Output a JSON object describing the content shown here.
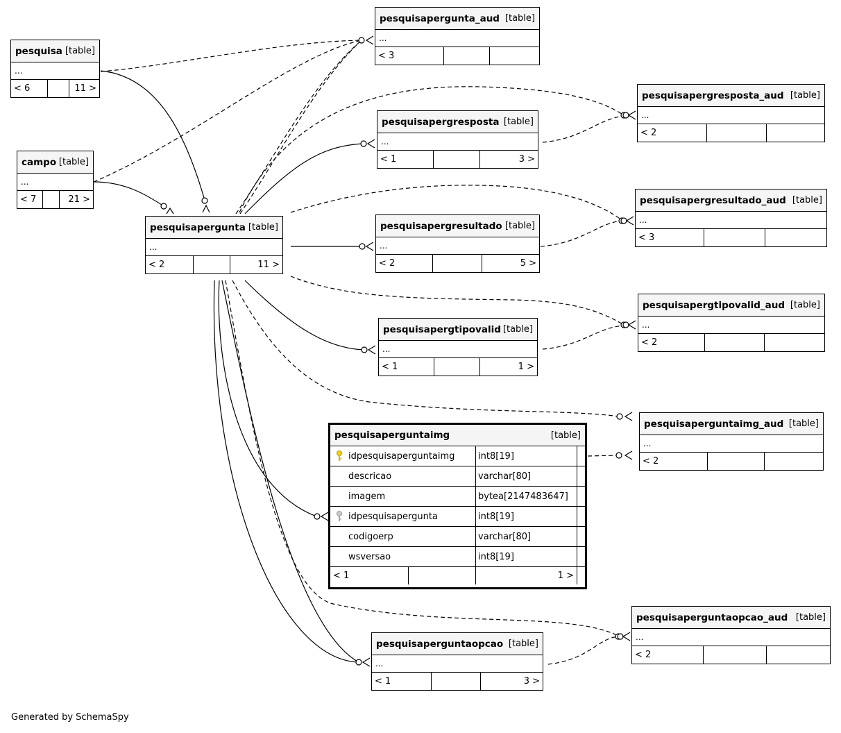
{
  "type_label": "[table]",
  "ellipsis": "...",
  "focus_table": {
    "name": "pesquisaperguntaimg",
    "type": "[table]",
    "columns": [
      {
        "name": "idpesquisaperguntaimg",
        "type": "int8[19]",
        "key": "primary"
      },
      {
        "name": "descricao",
        "type": "varchar[80]",
        "key": ""
      },
      {
        "name": "imagem",
        "type": "bytea[2147483647]",
        "key": ""
      },
      {
        "name": "idpesquisapergunta",
        "type": "int8[19]",
        "key": "foreign"
      },
      {
        "name": "codigoerp",
        "type": "varchar[80]",
        "key": ""
      },
      {
        "name": "wsversao",
        "type": "int8[19]",
        "key": ""
      }
    ],
    "parents": "< 1",
    "children": "1 >"
  },
  "tables": {
    "pesquisapergunta_aud": {
      "name": "pesquisapergunta_aud",
      "parents": "< 3",
      "children": ""
    },
    "pesquisa": {
      "name": "pesquisa",
      "parents": "< 6",
      "children": "11 >"
    },
    "pesquisapergresposta_aud": {
      "name": "pesquisapergresposta_aud",
      "parents": "< 2",
      "children": ""
    },
    "pesquisapergresposta": {
      "name": "pesquisapergresposta",
      "parents": "< 1",
      "children": "3 >"
    },
    "campo": {
      "name": "campo",
      "parents": "< 7",
      "children": "21 >"
    },
    "pesquisapergresultado_aud": {
      "name": "pesquisapergresultado_aud",
      "parents": "< 3",
      "children": ""
    },
    "pesquisapergunta": {
      "name": "pesquisapergunta",
      "parents": "< 2",
      "children": "11 >"
    },
    "pesquisapergresultado": {
      "name": "pesquisapergresultado",
      "parents": "< 2",
      "children": "5 >"
    },
    "pesquisapergtipovalid_aud": {
      "name": "pesquisapergtipovalid_aud",
      "parents": "< 2",
      "children": ""
    },
    "pesquisapergtipovalid": {
      "name": "pesquisapergtipovalid",
      "parents": "< 1",
      "children": "1 >"
    },
    "pesquisaperguntaimg_aud": {
      "name": "pesquisaperguntaimg_aud",
      "parents": "< 2",
      "children": ""
    },
    "pesquisaperguntaopcao_aud": {
      "name": "pesquisaperguntaopcao_aud",
      "parents": "< 2",
      "children": ""
    },
    "pesquisaperguntaopcao": {
      "name": "pesquisaperguntaopcao",
      "parents": "< 1",
      "children": "3 >"
    }
  },
  "relationships": [
    {
      "from": "pesquisa",
      "to": "pesquisapergunta_aud",
      "style": "dashed"
    },
    {
      "from": "campo",
      "to": "pesquisapergunta_aud",
      "style": "dashed"
    },
    {
      "from": "pesquisapergunta",
      "to": "pesquisapergunta_aud",
      "style": "dashed"
    },
    {
      "from": "pesquisa",
      "to": "pesquisapergunta",
      "style": "solid"
    },
    {
      "from": "campo",
      "to": "pesquisapergunta",
      "style": "solid"
    },
    {
      "from": "pesquisapergunta",
      "to": "pesquisapergresposta",
      "style": "solid"
    },
    {
      "from": "pesquisapergunta",
      "to": "pesquisapergresposta_aud",
      "style": "dashed"
    },
    {
      "from": "pesquisapergresposta",
      "to": "pesquisapergresposta_aud",
      "style": "dashed"
    },
    {
      "from": "pesquisapergunta",
      "to": "pesquisapergresultado",
      "style": "solid"
    },
    {
      "from": "pesquisapergunta",
      "to": "pesquisapergresultado_aud",
      "style": "dashed"
    },
    {
      "from": "pesquisapergresultado",
      "to": "pesquisapergresultado_aud",
      "style": "dashed"
    },
    {
      "from": "pesquisapergunta",
      "to": "pesquisapergtipovalid",
      "style": "solid"
    },
    {
      "from": "pesquisapergunta",
      "to": "pesquisapergtipovalid_aud",
      "style": "dashed"
    },
    {
      "from": "pesquisapergtipovalid",
      "to": "pesquisapergtipovalid_aud",
      "style": "dashed"
    },
    {
      "from": "pesquisapergunta",
      "to": "pesquisaperguntaimg_aud",
      "style": "dashed"
    },
    {
      "from": "pesquisaperguntaimg",
      "to": "pesquisaperguntaimg_aud",
      "style": "dashed"
    },
    {
      "from": "pesquisapergunta",
      "to": "pesquisaperguntaimg",
      "style": "solid"
    },
    {
      "from": "pesquisapergunta",
      "to": "pesquisaperguntaopcao",
      "style": "solid"
    },
    {
      "from": "pesquisapergunta",
      "to": "pesquisaperguntaopcao_aud",
      "style": "dashed"
    },
    {
      "from": "pesquisaperguntaopcao",
      "to": "pesquisaperguntaopcao_aud",
      "style": "dashed"
    }
  ],
  "footer": {
    "credit": "Generated by SchemaSpy"
  }
}
